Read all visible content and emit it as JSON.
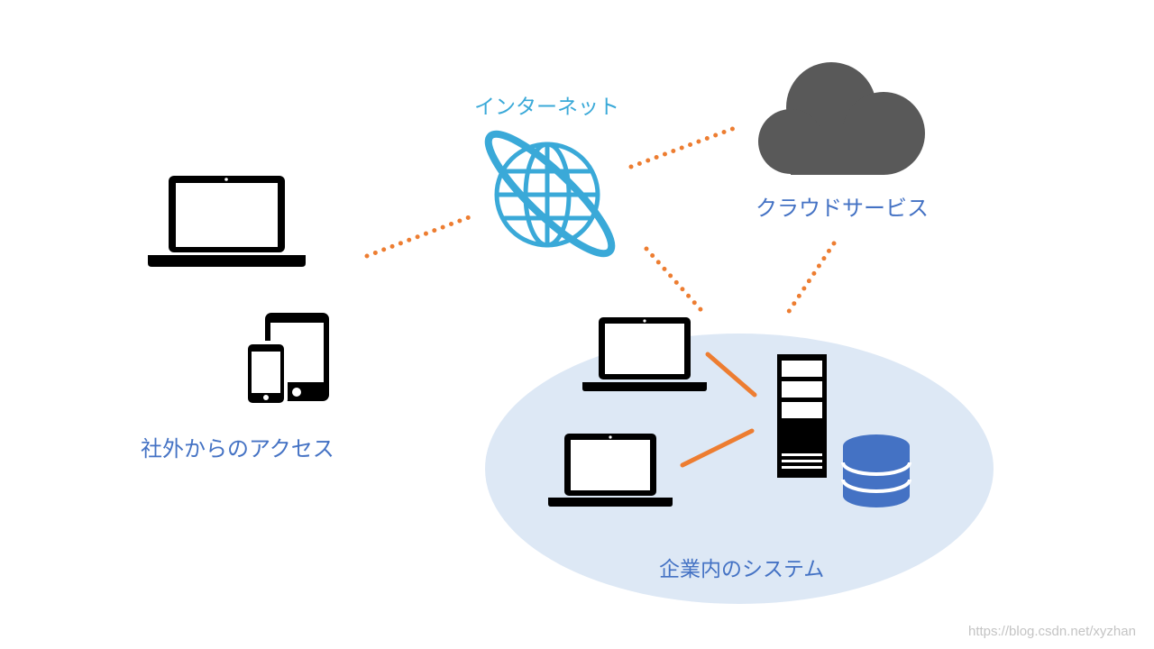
{
  "labels": {
    "internet": "インターネット",
    "cloud_service": "クラウドサービス",
    "outside_access": "社外からのアクセス",
    "corporate_system": "企業内のシステム"
  },
  "watermark": "https://blog.csdn.net/xyzhan",
  "icons": {
    "internet": "globe-icon",
    "cloud": "cloud-icon",
    "laptop": "laptop-icon",
    "tablet": "tablet-icon",
    "smartphone": "smartphone-icon",
    "server": "server-icon",
    "database": "database-icon"
  },
  "colors": {
    "label_blue": "#4472c4",
    "internet_blue": "#3aa9d8",
    "connector_orange": "#ed7d31",
    "cloud_gray": "#595959",
    "corp_area": "#dde8f5",
    "device_black": "#000000",
    "database_blue": "#4472c4"
  }
}
